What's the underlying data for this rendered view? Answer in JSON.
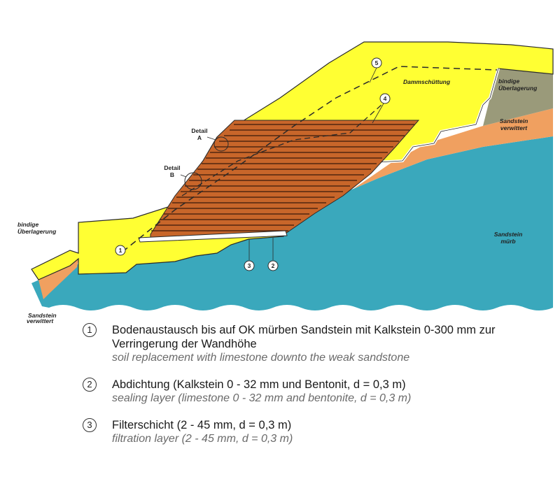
{
  "labels": {
    "dammschuettung": "Dammschüttung",
    "bindige_right_1": "bindige",
    "bindige_right_2": "Überlagerung",
    "sandstein_verwittert_right_1": "Sandstein",
    "sandstein_verwittert_right_2": "verwittert",
    "sandstein_muerb_1": "Sandstein",
    "sandstein_muerb_2": "mürb",
    "bindige_left_1": "bindige",
    "bindige_left_2": "Überlagerung",
    "sandstein_verwittert_left_1": "Sandstein",
    "sandstein_verwittert_left_2": "verwittert",
    "detail_a_1": "Detail",
    "detail_a_2": "A",
    "detail_b_1": "Detail",
    "detail_b_2": "B"
  },
  "markers": [
    "1",
    "2",
    "3",
    "4",
    "5"
  ],
  "legend": [
    {
      "number": "1",
      "german": "Bodenaustausch bis auf OK mürben Sandstein mit Kalkstein 0-300 mm zur Verringerung der Wandhöhe",
      "english": "soil replacement with limestone downto the weak sandstone"
    },
    {
      "number": "2",
      "german": "Abdichtung (Kalkstein 0 - 32 mm und Bentonit, d = 0,3 m)",
      "english": "sealing layer (limestone 0 - 32 mm and bentonite, d = 0,3 m)"
    },
    {
      "number": "3",
      "german": "Filterschicht (2 - 45 mm, d = 0,3 m)",
      "english": "filtration layer (2 - 45 mm, d = 0,3 m)"
    }
  ],
  "colors": {
    "yellow_fill": "#ffff33",
    "orange_layer": "#f0a060",
    "grey_layer": "#9a9a7a",
    "cyan_sandstone": "#3aa8bc",
    "wall_brown": "#c8662a",
    "outline": "#2a2a2a"
  }
}
